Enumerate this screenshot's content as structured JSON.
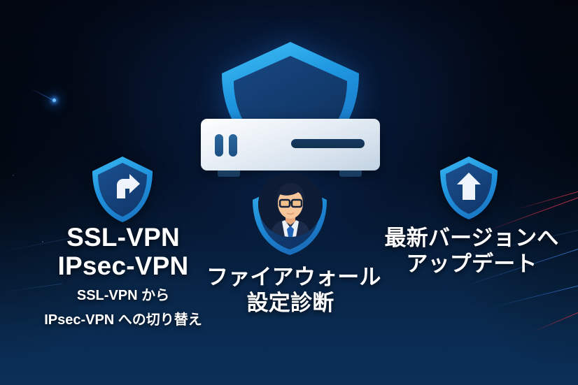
{
  "theme": {
    "background_dark": "#01040c",
    "background_mid": "#041126",
    "background_light": "#0b2f57",
    "accent_cyan": "#27a3e8",
    "accent_blue": "#1d6fc4",
    "shield_fill": "#123a6b",
    "text_color": "#ffffff",
    "device_body": "#e8eff6",
    "streak_red": "#cd2d46",
    "streak_blue": "#3778e6"
  },
  "hero": {
    "shield_icon": "shield-icon",
    "appliance_icon": "firewall-appliance-icon",
    "led_count": 2
  },
  "panels": [
    {
      "id": "ssl-vpn",
      "icon": "shield-arrow-right-icon",
      "headline_lines": [
        "SSL-VPN",
        "IPsec-VPN"
      ],
      "sub_lines": [
        "SSL-VPN から",
        "IPsec-VPN への切り替え"
      ]
    },
    {
      "id": "firewall-diagnosis",
      "icon": "shield-person-icon",
      "headline_lines": [
        "ファイアウォール",
        "設定診断"
      ],
      "sub_lines": []
    },
    {
      "id": "version-update",
      "icon": "shield-arrow-up-icon",
      "headline_lines": [
        "最新バージョンへ",
        "アップデート"
      ],
      "sub_lines": []
    }
  ],
  "decorations": {
    "particle": "glowing-particle",
    "streaks": [
      "red-diagonal-streak",
      "blue-diagonal-streak"
    ]
  }
}
